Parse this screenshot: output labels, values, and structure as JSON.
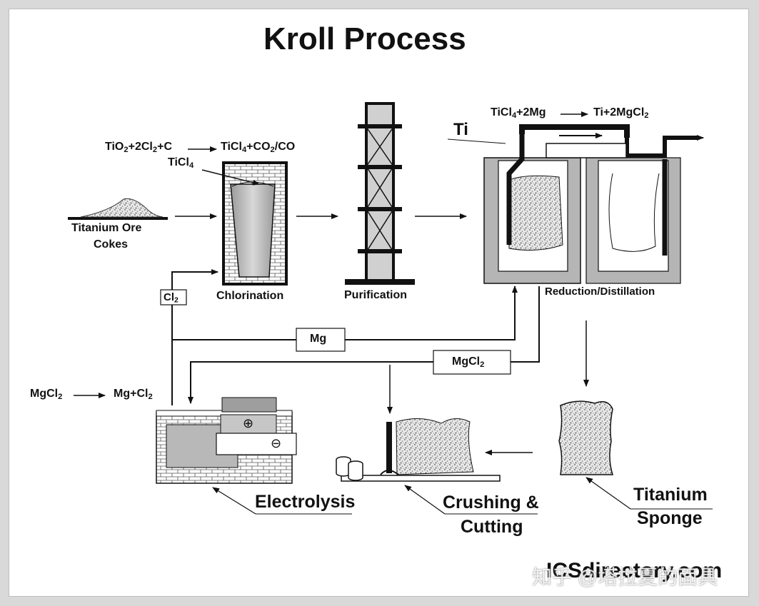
{
  "title": "Kroll Process",
  "equations": {
    "chlorination": {
      "p1": "TiO",
      "s1": "2",
      "p2": "+2Cl",
      "s2": "2",
      "p3": "+C",
      "p4": "TiCl",
      "s4": "4",
      "p5": "+CO",
      "s5": "2",
      "p6": "/CO"
    },
    "reduction": {
      "p1": "TiCl",
      "s1": "4",
      "p2": "+2Mg",
      "p3": "Ti+2MgCl",
      "s3": "2"
    },
    "electrolysis": {
      "p1": "MgCl",
      "s1": "2",
      "p2": "Mg+Cl",
      "s2": "2"
    }
  },
  "labels": {
    "ticl4": {
      "main": "TiCl",
      "sub": "4"
    },
    "ti": "Ti",
    "ore_line1": "Titanium Ore",
    "ore_line2": "Cokes",
    "chlorination": "Chlorination",
    "purification": "Purification",
    "reduction": "Reduction/Distillation",
    "cl2": {
      "main": "Cl",
      "sub": "2"
    },
    "mg": "Mg",
    "mgcl2": {
      "main": "MgCl",
      "sub": "2"
    },
    "electrolysis": "Electrolysis",
    "crushing_line1": "Crushing &",
    "crushing_line2": "Cutting",
    "sponge_line1": "Titanium",
    "sponge_line2": "Sponge",
    "plus": "⊕",
    "minus": "⊖"
  },
  "watermark": {
    "site": "ICSdirectory.com",
    "overlay": "知乎 @塔拉夏的面具"
  },
  "colors": {
    "frame": "#d9d9d9",
    "line": "#111111",
    "furnace_fill": "#b5b5b5",
    "speckle": "#8a8a8a"
  }
}
